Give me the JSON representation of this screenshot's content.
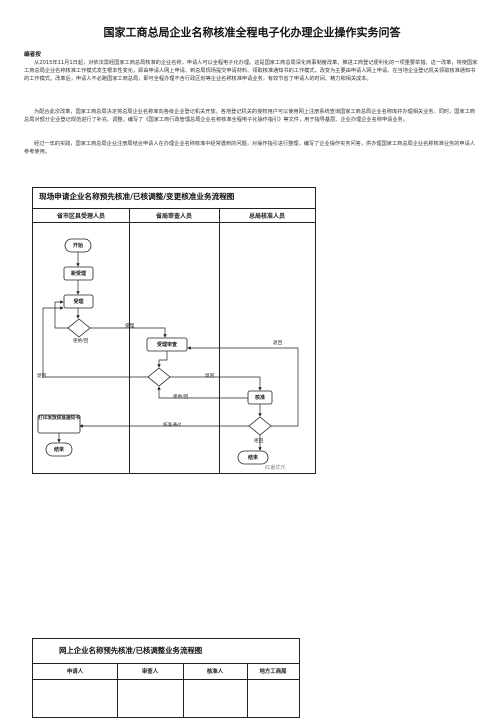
{
  "title": "国家工商总局企业名称核准全程电子化办理企业操作实务问答",
  "editor_note_label": "编者按",
  "paragraphs": [
    "从2015年11月1日起，对依法需经国家工商总局核准的企业名称，申请人可以全程电子化办理。这是国家工商总局深化商事制度改革、推进工商登记便利化的一项重要举措。这一改革，将使国家工商总局企业名称核准工作模式发生根本性变化，即由申请人网上申请、到总局现场提交申请材料、领取核准通知书的工作模式，改变为主要由申请人网上申请、在当地企业登记机关领取核准通知书的工作模式。改革后，申请人不必跑国家工商总局，即可全程办理不含行政区划等企业名称核准申请业务，有效节省了申请人的时间、精力和相关成本。",
    "为配合此次改革，国家工商总局决定将总局企业名称库向各级企业登记机关开放。各地登记机关的授权用户可以使用网上注册系统查询国家工商总局企业名称库并办理相关业务。同时，国家工商总局对部分企业登记规范进行了补充、调整，编写了《国家工商行政管理总局企业名称核准全程电子化操作指引》等文件，用于指导基层、企业办理企业名称申请业务。",
    "经过一年的实践，国家工商总局企业注册局结合申请人在办理企业名称核准中经常遇到的问题，对操作指引进行整理，编写了企业操作实务问答，供办理国家工商总局企业名称核准业务的申请人参考使用。"
  ],
  "flowchart1": {
    "title": "现场申请企业名称预先核准/已核调整/变更核准业务流程图",
    "lanes": [
      "省市区县受理人员",
      "省局审查人员",
      "总局核准人员"
    ],
    "nodes": {
      "start": "开始",
      "new_apply": "新受理",
      "accept": "受理",
      "review": "受理审查",
      "approve": "核准",
      "print": "打印发放核准通知书",
      "end_accept": "结束",
      "end_reject": "结束"
    },
    "edge_labels": {
      "accepted": "受理",
      "reject1": "拒绝/回",
      "return1": "退回",
      "return2": "退回",
      "return3": "退回",
      "reject2": "拒绝/回",
      "approved": "核准通过",
      "reject3": "拒回"
    },
    "watermark": "红番优乐"
  },
  "flowchart2": {
    "title": "网上企业名称预先核准/已核调整业务流程图",
    "lanes": [
      "申请人",
      "审查人",
      "核准人",
      "地方工商局"
    ]
  }
}
